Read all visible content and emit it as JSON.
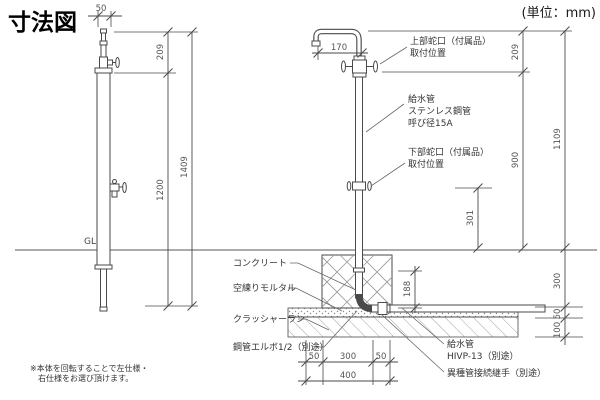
{
  "title": "寸法図",
  "unit_note": "(単位：mm)",
  "gl_label": "GL",
  "footnote": {
    "line1": "※本体を回転することで左仕様・",
    "line2": "右仕様をお選び頂けます。"
  },
  "left_view": {
    "dim_width": "50",
    "dim_upper": "209",
    "dim_body": "1200",
    "dim_total": "1409"
  },
  "main_view": {
    "dim_spout": "170",
    "dim_upper": "209",
    "dim_body": "900",
    "dim_total": "1109",
    "dim_lower_to_gl": "301",
    "dim_buried": "188",
    "dim_below_gl": "300",
    "dim_mortar": "50",
    "dim_crusher": "100",
    "dim_left_margin": "50",
    "dim_center": "300",
    "dim_right_margin": "50",
    "dim_base_total": "400",
    "labels": {
      "upper_faucet_1": "上部蛇口（付属品）",
      "upper_faucet_2": "取付位置",
      "pipe_1": "給水管",
      "pipe_2": "ステンレス鋼管",
      "pipe_3": "呼び径15A",
      "lower_faucet_1": "下部蛇口（付属品）",
      "lower_faucet_2": "取付位置",
      "concrete": "コンクリート",
      "mortar": "空練りモルタル",
      "crusher_run": "クラッシャーラン",
      "elbow": "鋼管エルボ1/2（別途）",
      "supply_1": "給水管",
      "supply_2": "HIVP-13（別途）",
      "joint": "異種管接続継手（別途）"
    }
  },
  "colors": {
    "line": "#4a4a4a",
    "dim_text": "#555555",
    "label_text": "#333333",
    "hatch": "#999999",
    "background": "#ffffff"
  }
}
